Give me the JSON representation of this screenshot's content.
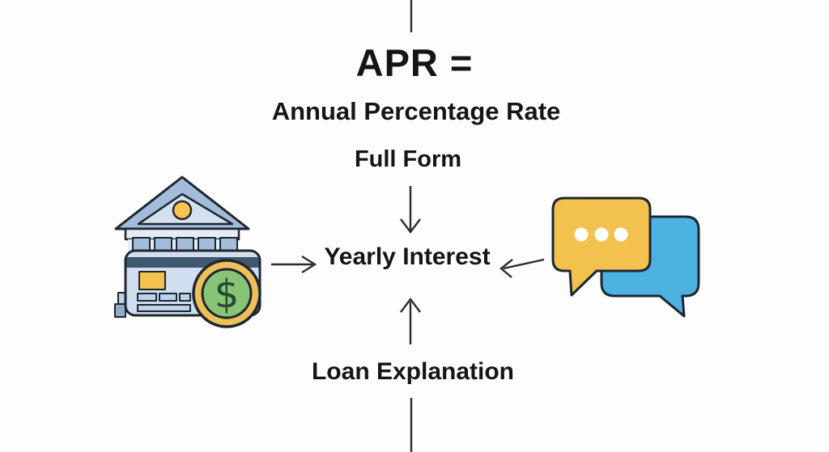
{
  "diagram": {
    "title": "APR =",
    "subtitle": "Annual Percentage Rate",
    "top_label": "Full Form",
    "center_label": "Yearly Interest",
    "bottom_label": "Loan Explanation",
    "coin_symbol": "$"
  },
  "icons": {
    "left": "bank-credit-card-dollar-coin",
    "right": "chat-bubbles"
  },
  "colors": {
    "background": "#fdfdfd",
    "text": "#151515",
    "line": "#2d2d2d",
    "outline": "#1f2630",
    "yellow": "#f2c14e",
    "blue_bubble": "#4db1e2",
    "card_light_blue": "#cfdff0",
    "card_dark_stripe": "#41566f",
    "roof_blue": "#a2bcd9",
    "roof_inner": "#d3e1ef",
    "beam_light": "#e4edf6",
    "detail_blue": "#bcd2e8",
    "coin_ring": "#edc05b",
    "coin_green": "#87c478",
    "dollar_green": "#27492f"
  }
}
